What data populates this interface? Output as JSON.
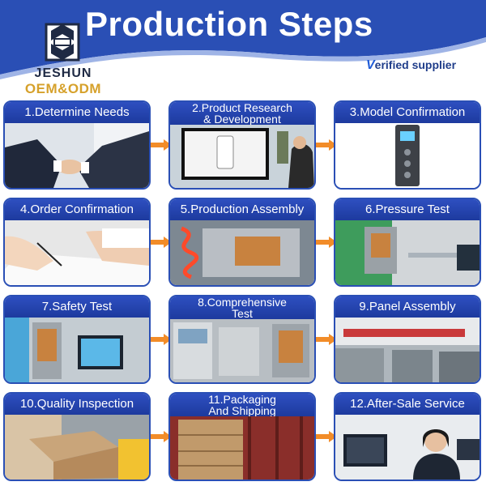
{
  "header": {
    "title": "Production Steps",
    "logo_name": "JESHUN",
    "logo_sub": "OEM&ODM",
    "verified_v": "V",
    "verified_rest": "erified supplier"
  },
  "steps": [
    {
      "label": "1.Determine Needs"
    },
    {
      "label_line1": "2.Product Research",
      "label_line2": "& Development"
    },
    {
      "label": "3.Model Confirmation"
    },
    {
      "label": "4.Order Confirmation"
    },
    {
      "label": "5.Production Assembly"
    },
    {
      "label": "6.Pressure Test"
    },
    {
      "label": "7.Safety Test"
    },
    {
      "label_line1": "8.Comprehensive",
      "label_line2": "Test"
    },
    {
      "label": "9.Panel Assembly"
    },
    {
      "label": "10.Quality Inspection"
    },
    {
      "label_line1": "11.Packaging",
      "label_line2": "And Shipping"
    },
    {
      "label": "12.After-Sale Service"
    }
  ],
  "colors": {
    "brand_blue": "#2a4fb5",
    "arrow_orange": "#f28c28",
    "logo_gold": "#d6a12b"
  }
}
